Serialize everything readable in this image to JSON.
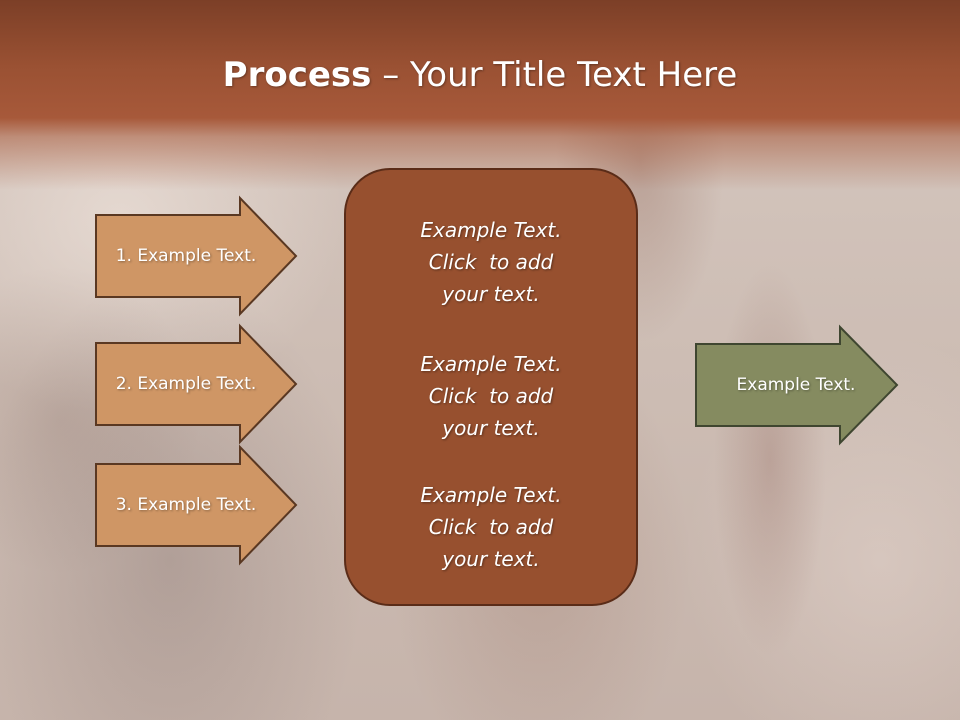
{
  "title": {
    "bold": "Process",
    "separator": " – ",
    "rest": "Your Title Text Here"
  },
  "left_arrows": [
    {
      "label": "1. Example Text."
    },
    {
      "label": "2. Example Text."
    },
    {
      "label": "3. Example Text."
    }
  ],
  "center_box": {
    "blocks": [
      {
        "lines": [
          "Example Text.",
          "Click  to add",
          "your text."
        ]
      },
      {
        "lines": [
          "Example Text.",
          "Click  to add",
          "your text."
        ]
      },
      {
        "lines": [
          "Example Text.",
          "Click  to add",
          "your text."
        ]
      }
    ]
  },
  "right_arrow": {
    "label": "Example Text."
  },
  "colors": {
    "header": "#a7593a",
    "left_arrow_fill": "#cf9665",
    "left_arrow_stroke": "#5a3822",
    "center_box_fill": "#97502f",
    "right_arrow_fill": "#858b60",
    "right_arrow_stroke": "#3f4630"
  }
}
